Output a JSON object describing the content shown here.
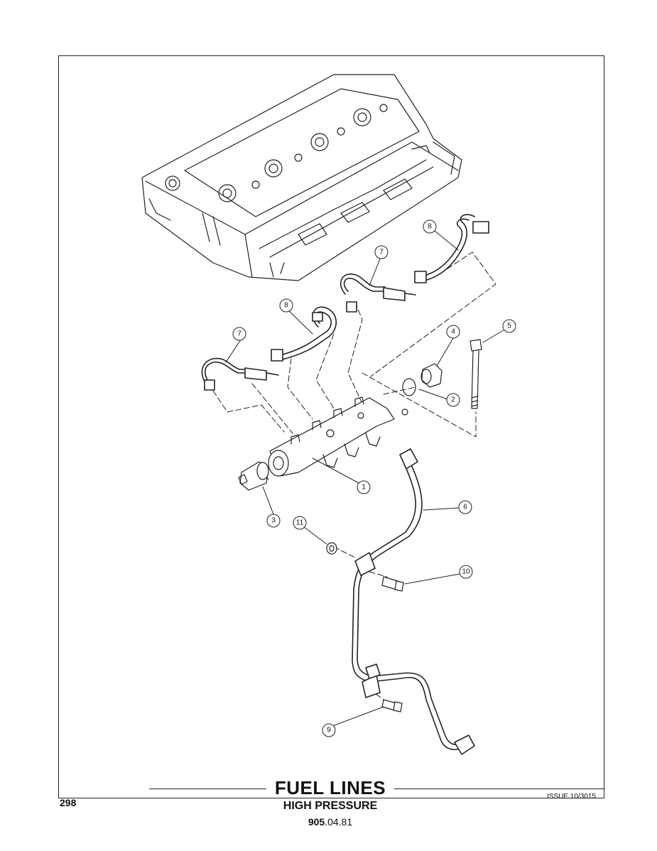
{
  "title": "FUEL LINES",
  "subtitle": "HIGH PRESSURE",
  "code_bold": "905",
  "code_rest": ".04.81",
  "page_number": "298",
  "issue": "ISSUE 10/3015",
  "callouts": [
    "1",
    "2",
    "3",
    "4",
    "5",
    "6",
    "7",
    "7",
    "8",
    "8",
    "9",
    "10",
    "11"
  ]
}
